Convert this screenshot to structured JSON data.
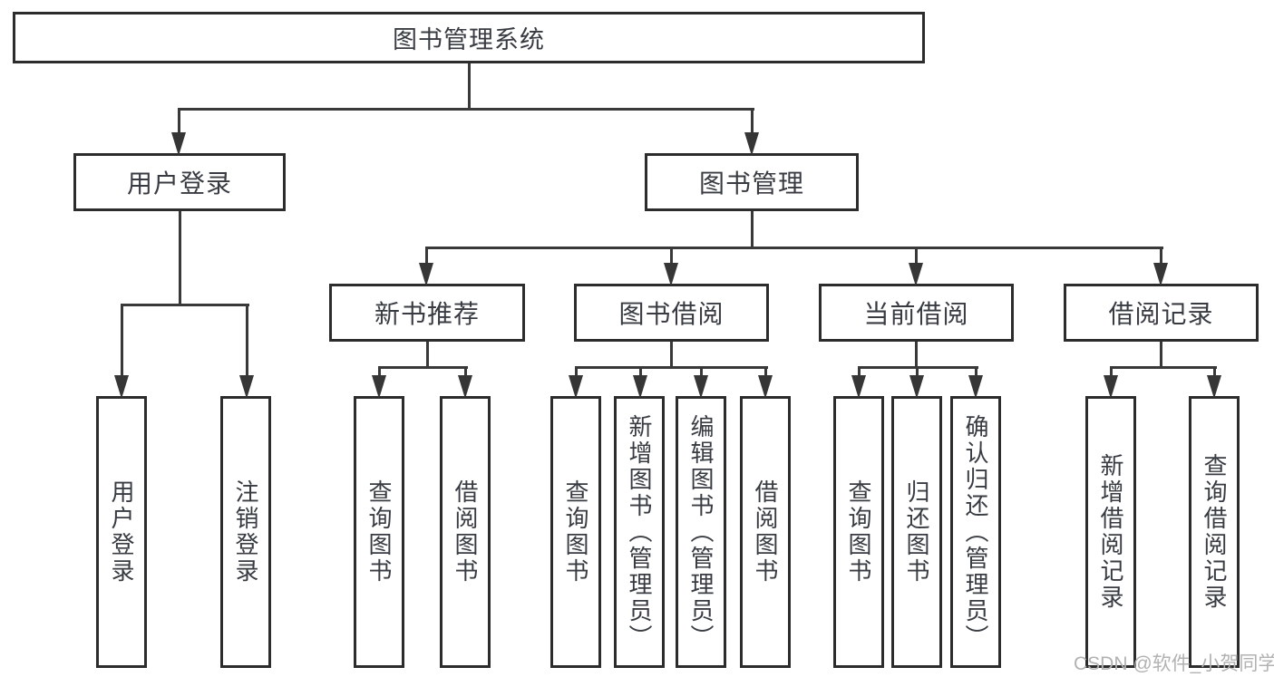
{
  "diagram_title": "图书管理系统",
  "watermark": "CSDN @软件_小贺同学",
  "colors": {
    "line": "#393939",
    "box_border": "#2c2c2c",
    "text": "#383c42",
    "watermark": "#b2b2b2",
    "background": "#ffffff"
  },
  "tree": {
    "root": {
      "label": "图书管理系统",
      "children": [
        {
          "label": "用户登录",
          "children": [
            {
              "label": "用户登录"
            },
            {
              "label": "注销登录"
            }
          ]
        },
        {
          "label": "图书管理",
          "children": [
            {
              "label": "新书推荐",
              "children": [
                {
                  "label": "查询图书"
                },
                {
                  "label": "借阅图书"
                }
              ]
            },
            {
              "label": "图书借阅",
              "children": [
                {
                  "label": "查询图书"
                },
                {
                  "label": "新增图书（管理员）"
                },
                {
                  "label": "编辑图书（管理员）"
                },
                {
                  "label": "借阅图书"
                }
              ]
            },
            {
              "label": "当前借阅",
              "children": [
                {
                  "label": "查询图书"
                },
                {
                  "label": "归还图书"
                },
                {
                  "label": "确认归还（管理员）"
                }
              ]
            },
            {
              "label": "借阅记录",
              "children": [
                {
                  "label": "新增借阅记录"
                },
                {
                  "label": "查询借阅记录"
                }
              ]
            }
          ]
        }
      ]
    }
  }
}
